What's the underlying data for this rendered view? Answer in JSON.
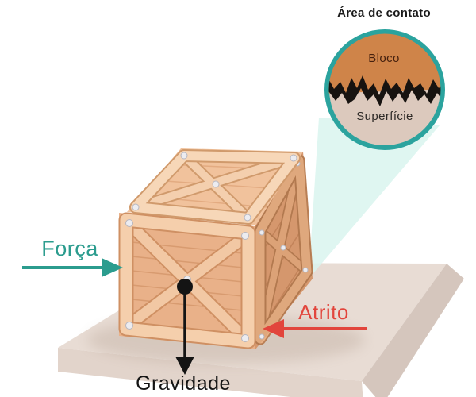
{
  "diagram": {
    "inset": {
      "title": "Área de contato",
      "block_label": "Bloco",
      "surface_label": "Superfície"
    },
    "forces": {
      "applied": "Força",
      "friction": "Atrito",
      "gravity": "Gravidade"
    }
  },
  "colors": {
    "force": "#2b9c8e",
    "friction": "#e2453c",
    "gravity": "#141414",
    "title": "#1b1b1b",
    "block_text": "#45200e",
    "surface_text": "#2e2a27",
    "inset_ring": "#2ba39e",
    "inset_block": "#cf8449",
    "inset_surface": "#dcc9bd",
    "beam": "#d9f4ee",
    "wood_light": "#f5cfac",
    "wood_mid": "#e9b189",
    "floor_top": "#e8dcd4"
  }
}
